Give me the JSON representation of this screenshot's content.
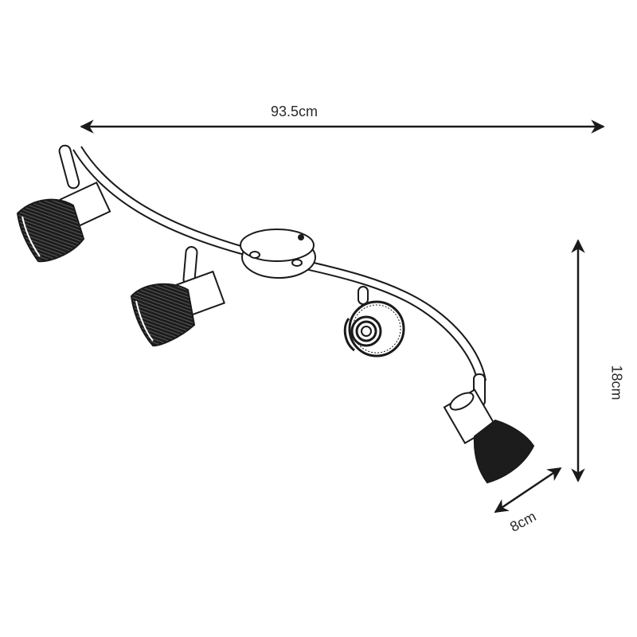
{
  "diagram": {
    "subject": "4-spot ceiling light bar",
    "colors": {
      "line": "#1a1a1a",
      "shade": "#1c1c1c",
      "background": "#ffffff"
    },
    "dimensions": {
      "width": {
        "label": "93.5cm",
        "orientation": "horizontal"
      },
      "height": {
        "label": "18cm",
        "orientation": "vertical"
      },
      "depth": {
        "label": "8cm",
        "orientation": "diagonal"
      }
    },
    "components": [
      {
        "name": "spotlight-1",
        "facing": "left"
      },
      {
        "name": "spotlight-2",
        "facing": "left"
      },
      {
        "name": "ceiling-mount-plate"
      },
      {
        "name": "spotlight-3",
        "facing": "front"
      },
      {
        "name": "spotlight-4",
        "facing": "down-right"
      }
    ]
  }
}
